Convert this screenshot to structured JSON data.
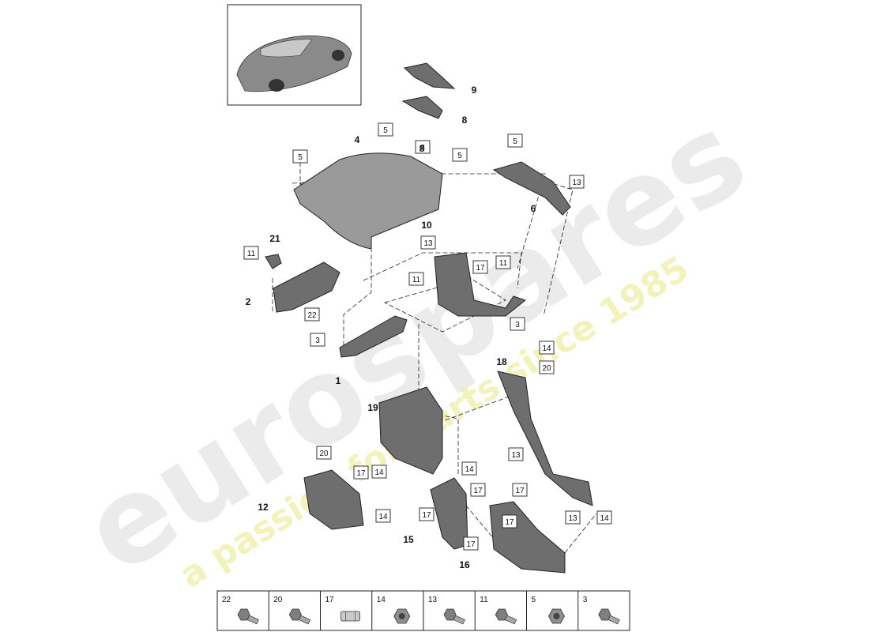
{
  "watermark": {
    "brand": "eurospares",
    "tagline": "a passion for parts since 1985",
    "brand_color": "#d6d6d6",
    "tagline_color": "#ecec9a"
  },
  "callouts_boxed": [
    "5",
    "5",
    "8",
    "5",
    "5",
    "13",
    "13",
    "17",
    "11",
    "11",
    "11",
    "22",
    "3",
    "3",
    "14",
    "20",
    "20",
    "14",
    "14",
    "17",
    "17",
    "14",
    "17",
    "13",
    "17",
    "17",
    "13",
    "14",
    "17"
  ],
  "callouts_plain": [
    "9",
    "8",
    "4",
    "8",
    "6",
    "10",
    "21",
    "2",
    "1",
    "18",
    "19",
    "12",
    "15",
    "16"
  ],
  "legend": [
    {
      "label": "22",
      "icon": "bolt-flanged-icon"
    },
    {
      "label": "20",
      "icon": "hex-bolt-icon"
    },
    {
      "label": "17",
      "icon": "clip-icon"
    },
    {
      "label": "14",
      "icon": "nut-icon"
    },
    {
      "label": "13",
      "icon": "hex-bolt-icon"
    },
    {
      "label": "11",
      "icon": "bolt-short-icon"
    },
    {
      "label": "5",
      "icon": "nut-icon"
    },
    {
      "label": "3",
      "icon": "bolt-flanged-icon"
    }
  ]
}
